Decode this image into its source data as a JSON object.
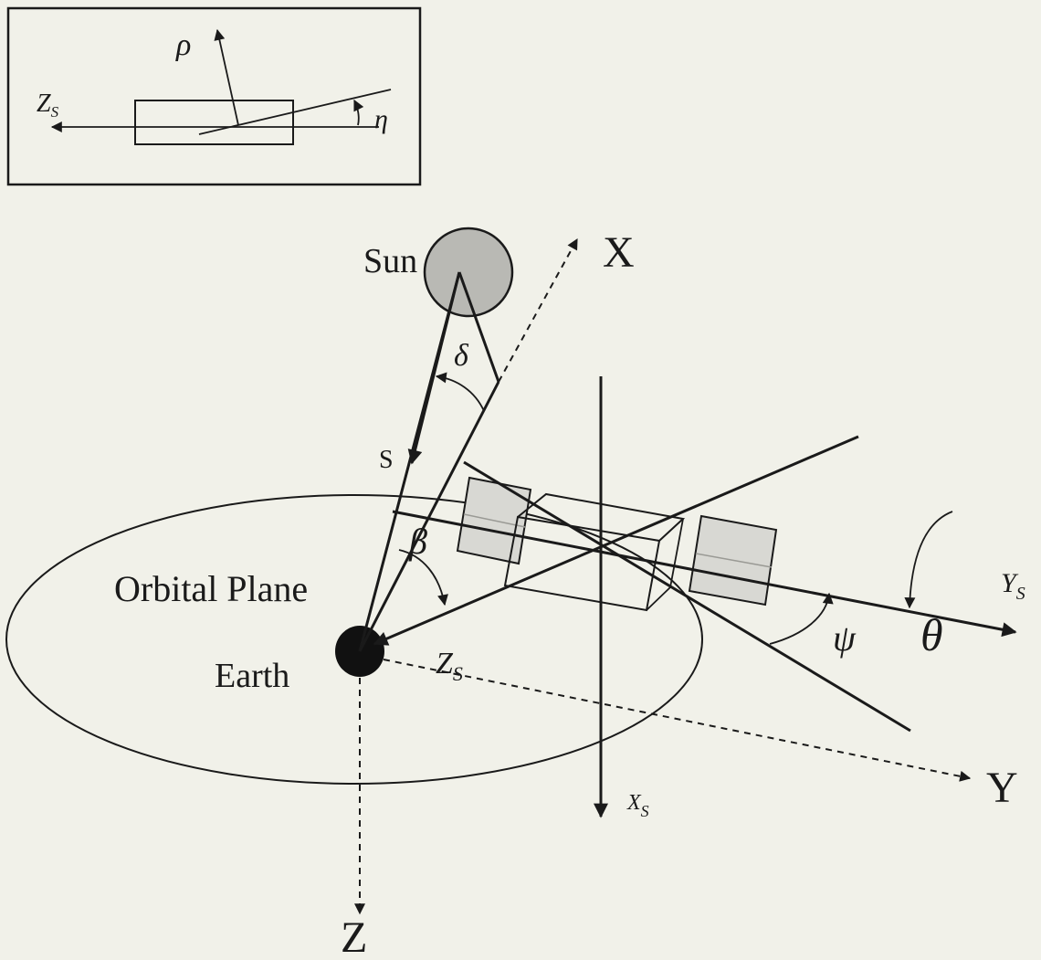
{
  "inset": {
    "rho": "ρ",
    "zs_main": "Z",
    "zs_sub": "S",
    "eta": "η"
  },
  "labels": {
    "sun": "Sun",
    "x_axis": "X",
    "y_axis": "Y",
    "z_axis": "Z",
    "delta": "δ",
    "s_vector": "S",
    "orbital_plane": "Orbital Plane",
    "beta": "β",
    "earth": "Earth",
    "zs_main": "Z",
    "zs_sub": "S",
    "ys_main": "Y",
    "ys_sub": "S",
    "xs_main": "X",
    "xs_sub": "S",
    "psi": "ψ",
    "theta": "θ"
  },
  "colors": {
    "background": "#f1f1e9",
    "ink": "#1a1a1a",
    "sun_fill": "#b9b9b4",
    "earth_fill": "#111111",
    "panel_fill": "#d8d8d3"
  }
}
